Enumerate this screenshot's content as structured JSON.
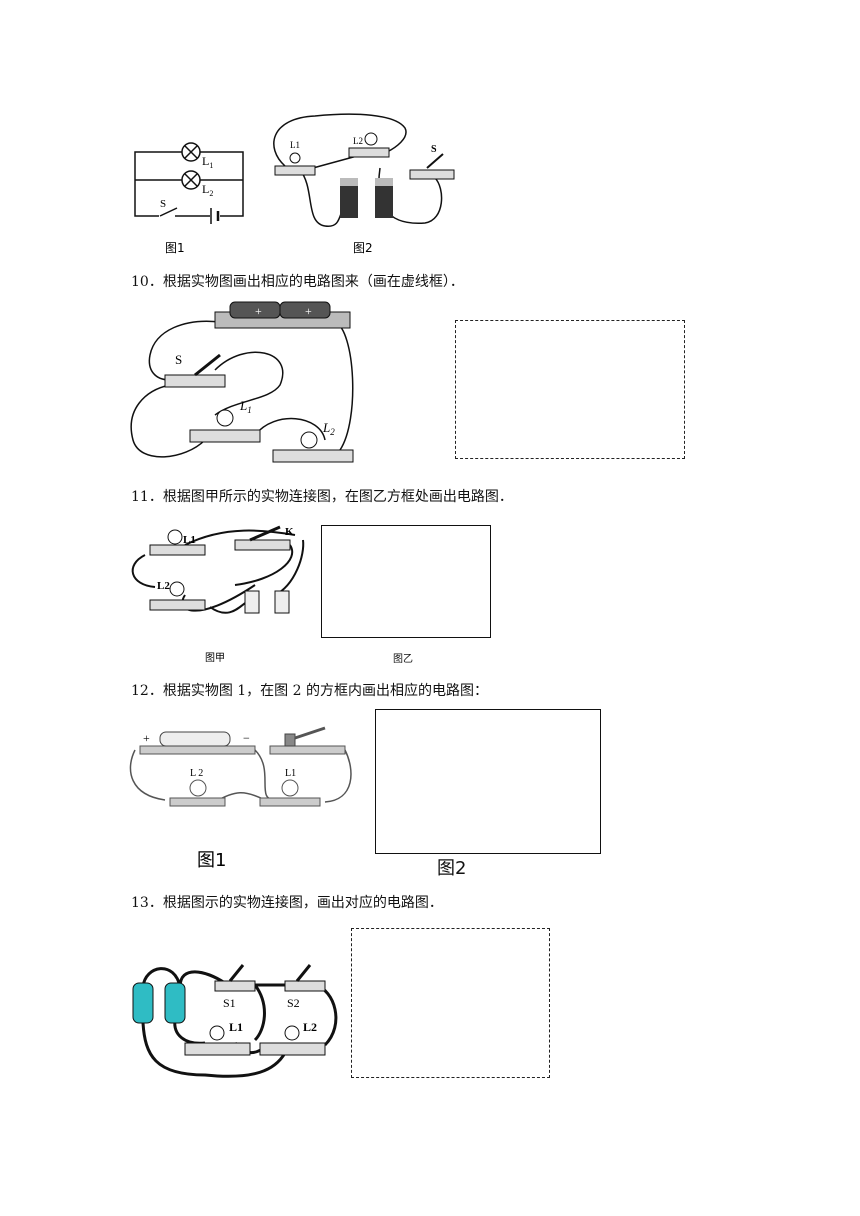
{
  "top_figure": {
    "fig1": {
      "caption": "图1",
      "lamp1": "L",
      "lamp1_sub": "1",
      "lamp2": "L",
      "lamp2_sub": "2",
      "switch": "S"
    },
    "fig2": {
      "caption": "图2",
      "lamp1": "L1",
      "lamp2": "L2",
      "switch": "S"
    }
  },
  "questions": [
    {
      "number": "10",
      "text": "10．根据实物图画出相应的电路图来（画在虚线框）．",
      "labels": {
        "switch": "S",
        "lamp1": "L",
        "lamp1_sub": "1",
        "lamp2": "L",
        "lamp2_sub": "2"
      }
    },
    {
      "number": "11",
      "text": "11．根据图甲所示的实物连接图，在图乙方框处画出电路图．",
      "labels": {
        "lamp1": "L1",
        "lamp2": "L2",
        "switch": "K",
        "caption_left": "图甲",
        "caption_right": "图乙"
      }
    },
    {
      "number": "12",
      "text": "12．根据实物图 1，在图 2 的方框内画出相应的电路图：",
      "labels": {
        "lamp1": "L1",
        "lamp2": "L 2",
        "plus": "+",
        "minus": "−",
        "caption_left": "图1",
        "caption_right": "图2"
      }
    },
    {
      "number": "13",
      "text": "13．根据图示的实物连接图，画出对应的电路图．",
      "labels": {
        "switch1": "S1",
        "switch2": "S2",
        "lamp1": "L1",
        "lamp2": "L2"
      }
    }
  ]
}
